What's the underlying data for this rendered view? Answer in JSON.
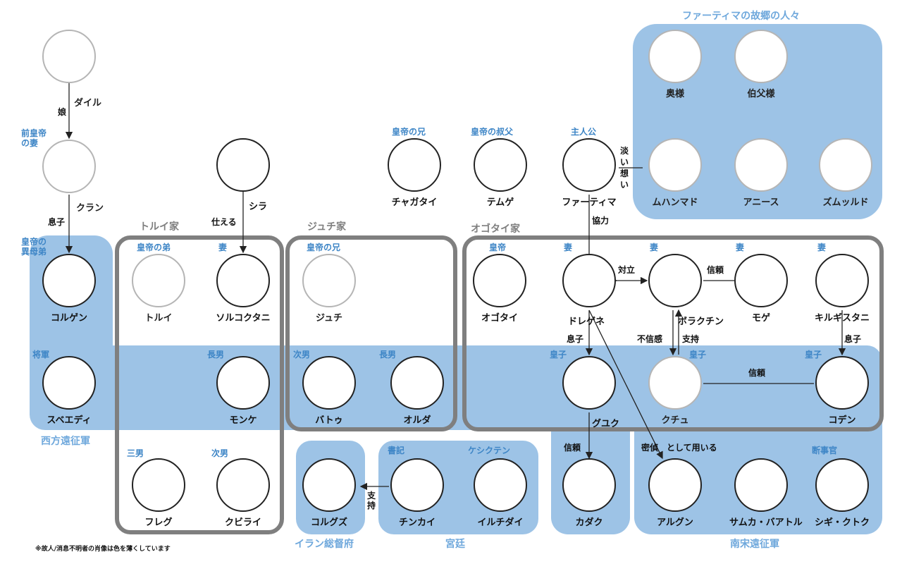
{
  "groups": {
    "fatima_home": "ファーティマの故郷の人々",
    "tolui_house": "トルイ家",
    "jochi_house": "ジュチ家",
    "ogedei_house": "オゴタイ家",
    "western_army": "西方遠征軍",
    "iran_governor": "イラン総督府",
    "court": "宮廷",
    "southern_song_army": "南宋遠征軍"
  },
  "characters": {
    "dail": "ダイル",
    "kulan": "クラン",
    "kolgen": "コルゲン",
    "subedei": "スベエディ",
    "shira": "シラ",
    "tolui": "トルイ",
    "sorghaghtani": "ソルコクタニ",
    "mongke": "モンケ",
    "hulegu": "フレグ",
    "kublai": "クビライ",
    "jochi": "ジュチ",
    "batu": "バトゥ",
    "orda": "オルダ",
    "chagatai": "チャガタイ",
    "temuge": "テムゲ",
    "fatima": "ファーティマ",
    "okusama": "奥様",
    "ojisama": "伯父様",
    "muhammad": "ムハンマド",
    "anis": "アニース",
    "zumurrud": "ズムッルド",
    "ogedei": "オゴタイ",
    "toregene": "ドレゲネ",
    "borakchin": "ボラクチン",
    "moge": "モゲ",
    "kirgistani": "キルギスタニ",
    "guyuk": "グユク",
    "kochu": "クチュ",
    "koden": "コデン",
    "kadak": "カダク",
    "alugun": "アルグン",
    "samuka": "サムカ・バアトル",
    "shigi": "シギ・クトク",
    "korguz": "コルグズ",
    "chinkai": "チンカイ",
    "ilchidai": "イルチダイ"
  },
  "roles": {
    "kulan": "前皇帝\nの妻",
    "kolgen": "皇帝の\n異母弟",
    "subedei": "将軍",
    "tolui": "皇帝の弟",
    "sorghaghtani": "妻",
    "mongke": "長男",
    "hulegu": "三男",
    "kublai": "次男",
    "jochi": "皇帝の兄",
    "batu": "次男",
    "orda": "長男",
    "chagatai": "皇帝の兄",
    "temuge": "皇帝の叔父",
    "fatima": "主人公",
    "ogedei": "皇帝",
    "toregene": "妻",
    "borakchin": "妻",
    "moge": "妻",
    "kirgistani": "妻",
    "guyuk": "皇子",
    "kochu": "皇子",
    "koden": "皇子",
    "chinkai": "書記",
    "ilchidai": "ケシクテン",
    "shigi": "断事官"
  },
  "relations": {
    "daughter": "娘",
    "son1": "息子",
    "serves": "仕える",
    "faint_feelings": "淡い想い",
    "cooperation": "協力",
    "opposition": "対立",
    "trust1": "信頼",
    "son2": "息子",
    "distrust": "不信感",
    "support1": "支持",
    "son3": "息子",
    "trust2": "信頼",
    "trust3": "信頼",
    "spy": "密偵　として用いる",
    "support2": "支持"
  },
  "footnote": "※故人/消息不明者の肖像は色を薄くしています",
  "colors": {
    "region": "#9dc3e6",
    "house_border": "#7f7f7f",
    "role_text": "#3d85c6",
    "group_title": "#6fa8dc"
  },
  "faded_characters": [
    "dail",
    "kulan",
    "tolui",
    "jochi",
    "okusama",
    "ojisama",
    "muhammad",
    "anis",
    "zumurrud",
    "kochu"
  ]
}
